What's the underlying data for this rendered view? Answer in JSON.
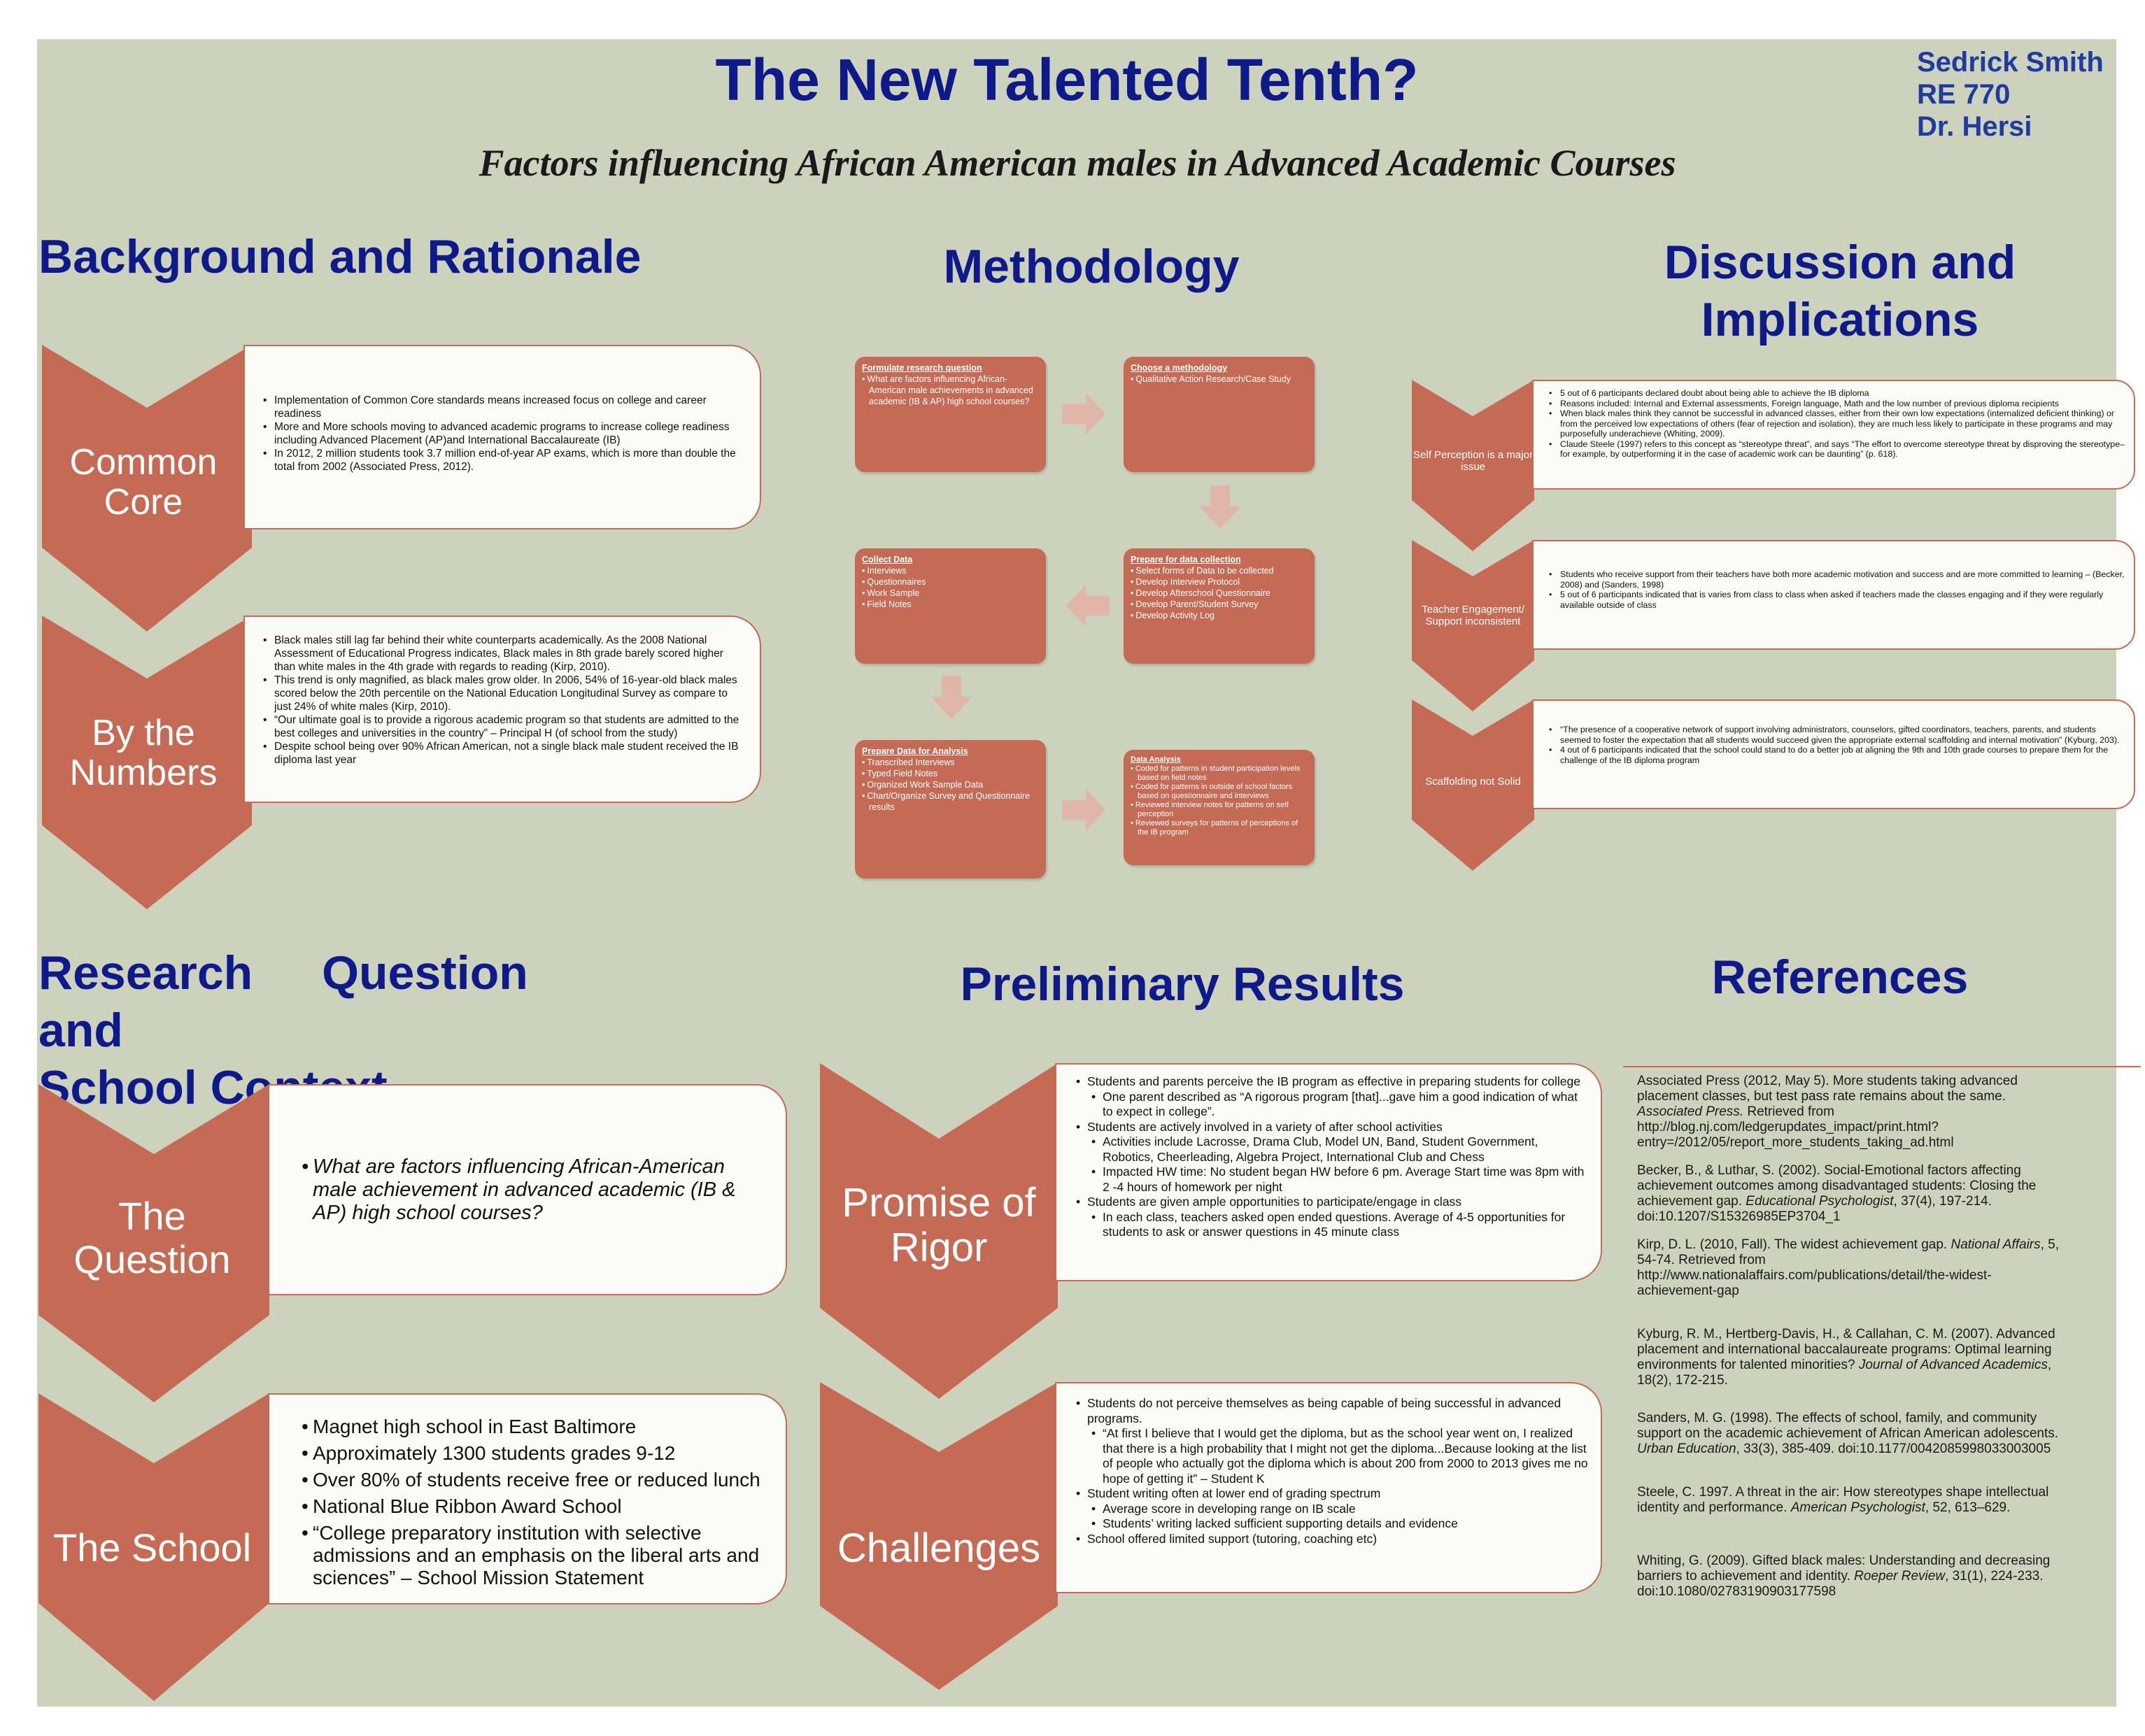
{
  "header": {
    "title": "The New Talented Tenth?",
    "subtitle": "Factors influencing African American males in Advanced Academic Courses",
    "author": [
      "Sedrick Smith",
      "RE 770",
      "Dr. Hersi"
    ]
  },
  "background": {
    "heading": "Background and Rationale",
    "common_core": {
      "label": "Common Core",
      "bullets": [
        "Implementation of Common Core standards means increased focus on college and career readiness",
        "More and More schools moving to advanced academic programs to increase college readiness including Advanced Placement (AP)and International Baccalaureate (IB)",
        "In 2012, 2 million students took 3.7 million end-of-year AP exams, which is more than double the total from 2002 (Associated Press, 2012)."
      ]
    },
    "by_numbers": {
      "label": "By the Numbers",
      "bullets": [
        "Black males still lag far behind their white counterparts academically. As the 2008 National Assessment of Educational Progress indicates, Black males in 8th grade barely scored higher than white males in the 4th grade with regards to reading (Kirp, 2010).",
        "This trend is only magnified, as black males grow older. In 2006, 54% of 16-year-old black males scored below the 20th percentile on the National Education Longitudinal Survey as compare to just 24% of white males (Kirp, 2010).",
        "“Our ultimate goal is to provide a rigorous academic program so that students are admitted to the best colleges and universities in the country” – Principal H (of school from the study)",
        "Despite school being over 90% African American, not a single black male student received the IB diploma last year"
      ]
    }
  },
  "methodology": {
    "heading": "Methodology",
    "boxes": [
      {
        "title": "Formulate research question",
        "items": [
          "What are factors influencing African-American male achievements in advanced academic (IB & AP) high school courses?"
        ]
      },
      {
        "title": "Choose a methodology",
        "items": [
          "Qualitative Action Research/Case Study"
        ]
      },
      {
        "title": "Collect Data",
        "items": [
          "Interviews",
          "Questionnaires",
          "Work Sample",
          "Field Notes"
        ]
      },
      {
        "title": "Prepare for data collection",
        "items": [
          "Select forms of Data to be collected",
          "Develop Interview Protocol",
          "Develop Afterschool Questionnaire",
          "Develop Parent/Student Survey",
          "Develop Activity Log"
        ]
      },
      {
        "title": "Prepare Data for Analysis",
        "items": [
          "Transcribed Interviews",
          "Typed Field Notes",
          "Organized Work Sample Data",
          "Chart/Organize Survey and Questionnaire results"
        ]
      },
      {
        "title": "Data Analysis",
        "items": [
          "Coded for patterns in student participation levels based on field notes",
          "Coded for patterns in outside of school factors based on questionnaire and interviews",
          "Reviewed interview notes for patterns on self perception",
          "Reviewed surveys for patterns of perceptions of the IB program"
        ]
      }
    ]
  },
  "discussion": {
    "heading_line1": "Discussion and",
    "heading_line2": "Implications",
    "items": [
      {
        "label": "Self Perception is a major issue",
        "bullets": [
          "5 out of 6 participants declared doubt about being able to achieve the IB diploma",
          "Reasons included: Internal and External assessments, Foreign language, Math and the low number of previous diploma recipients",
          "When black males think they cannot be successful in advanced classes, either from their own low expectations (internalized deficient thinking) or from the perceived low expectations of others (fear of rejection and isolation), they are much less likely to participate in these programs and may purposefully underachieve (Whiting, 2009).",
          "Claude Steele (1997) refers to this concept as “stereotype threat”, and says “The effort to overcome stereotype threat by disproving the stereotype–for example, by outperforming it in the case of academic work can be daunting” (p. 618)."
        ]
      },
      {
        "label": "Teacher Engagement/ Support inconsistent",
        "bullets": [
          "Students who receive support from their teachers have both more academic motivation and success and are more committed to learning – (Becker, 2008) and (Sanders, 1998)",
          "5 out of 6 participants indicated that is varies from class to class when asked if teachers made the classes engaging and if they were regularly available outside of class"
        ]
      },
      {
        "label": "Scaffolding not Solid",
        "bullets": [
          "“The presence of a cooperative network of support involving administrators, counselors, gifted coordinators, teachers, parents, and students seemed to foster the expectation that all students would succeed given the appropriate external scaffolding and internal motivation” (Kyburg, 203).",
          "4 out of 6 participants indicated that the school could stand to do a better job at aligning the 9th and 10th grade courses to prepare them for the challenge of the IB diploma program"
        ]
      }
    ]
  },
  "research": {
    "heading_line1": "Research Question and",
    "heading_line2": "School Context",
    "question": {
      "label": "The Question",
      "text": "What are factors influencing African-American male achievement in advanced academic (IB & AP) high school courses?"
    },
    "school": {
      "label": "The School",
      "bullets": [
        "Magnet high school in East Baltimore",
        "Approximately 1300 students grades 9-12",
        "Over 80% of students receive free or reduced lunch",
        "National Blue Ribbon Award School",
        "“College preparatory institution with selective admissions and an emphasis on the liberal arts and sciences” – School Mission Statement"
      ]
    }
  },
  "results": {
    "heading": "Preliminary Results",
    "rigor": {
      "label": "Promise of Rigor",
      "bullets": [
        {
          "t": "Students and parents perceive the IB program as effective in preparing students for college",
          "sub": false
        },
        {
          "t": "One parent described as “A rigorous program [that]...gave him a good indication of what to expect in college”.",
          "sub": true
        },
        {
          "t": "Students are actively involved in a variety of after school activities",
          "sub": false
        },
        {
          "t": "Activities include Lacrosse, Drama Club, Model UN, Band, Student Government, Robotics, Cheerleading, Algebra Project, International Club and Chess",
          "sub": true
        },
        {
          "t": "Impacted HW time: No student began HW before 6 pm. Average Start time was 8pm with 2 -4 hours of homework per night",
          "sub": true
        },
        {
          "t": "Students are given ample opportunities to participate/engage in class",
          "sub": false
        },
        {
          "t": "In each class, teachers asked open ended questions. Average of 4-5 opportunities for students to ask or answer questions in 45 minute class",
          "sub": true
        }
      ]
    },
    "challenges": {
      "label": "Challenges",
      "bullets": [
        {
          "t": "Students do not perceive themselves as being capable of being successful in advanced programs.",
          "sub": false
        },
        {
          "t": "“At first I believe that I would get the diploma, but as the school year went on, I realized that there is a high probability that I might not get the diploma...Because looking at the list of people who actually got the diploma which is about 200 from 2000 to 2013 gives me no hope of getting it” – Student K",
          "sub": true
        },
        {
          "t": "Student writing often at lower end of grading spectrum",
          "sub": false
        },
        {
          "t": "Average score in developing range on IB scale",
          "sub": true
        },
        {
          "t": "Students’ writing lacked sufficient supporting details and evidence",
          "sub": true
        },
        {
          "t": "School offered limited support (tutoring, coaching etc)",
          "sub": false
        }
      ]
    }
  },
  "references": {
    "heading": "References",
    "items": [
      {
        "pre": "Associated Press (2012, May 5). More students taking advanced placement classes, but test pass rate remains about the same. ",
        "it": "Associated Press.",
        "post": " Retrieved from http://blog.nj.com/ledgerupdates_impact/print.html?entry=/2012/05/report_more_students_taking_ad.html"
      },
      {
        "pre": "Becker, B., & Luthar, S. (2002). Social-Emotional factors affecting achievement outcomes among disadvantaged students: Closing the achievement gap. ",
        "it": "Educational Psychologist",
        "post": ", 37(4), 197-214. doi:10.1207/S15326985EP3704_1"
      },
      {
        "pre": "Kirp, D. L. (2010, Fall). The widest achievement gap. ",
        "it": "National Affairs",
        "post": ", 5, 54-74. Retrieved from http://www.nationalaffairs.com/publications/detail/the-widest-achievement-gap"
      },
      {
        "pre": "Kyburg, R. M., Hertberg-Davis, H., & Callahan, C. M. (2007). Advanced placement and international baccalaureate programs: Optimal learning environments for talented minorities? ",
        "it": "Journal of Advanced Academics",
        "post": ", 18(2), 172-215."
      },
      {
        "pre": "Sanders, M. G. (1998). The effects of school, family, and community support on the academic achievement of African American adolescents. ",
        "it": "Urban Education",
        "post": ", 33(3), 385-409. doi:10.1177/0042085998033003005"
      },
      {
        "pre": "Steele, C. 1997. A threat in the air: How stereotypes shape intellectual identity and performance. ",
        "it": "American Psychologist",
        "post": ", 52, 613–629."
      },
      {
        "pre": "Whiting, G. (2009). Gifted black males: Understanding and decreasing barriers to achievement and identity. ",
        "it": "Roeper Review",
        "post": ", 31(1), 224-233. doi:10.1080/02783190903177598"
      }
    ]
  },
  "colors": {
    "background": "#cdd2bd",
    "chevron": "#c56a54",
    "heading": "#0f1a8a",
    "card": "#fbfbf7"
  }
}
